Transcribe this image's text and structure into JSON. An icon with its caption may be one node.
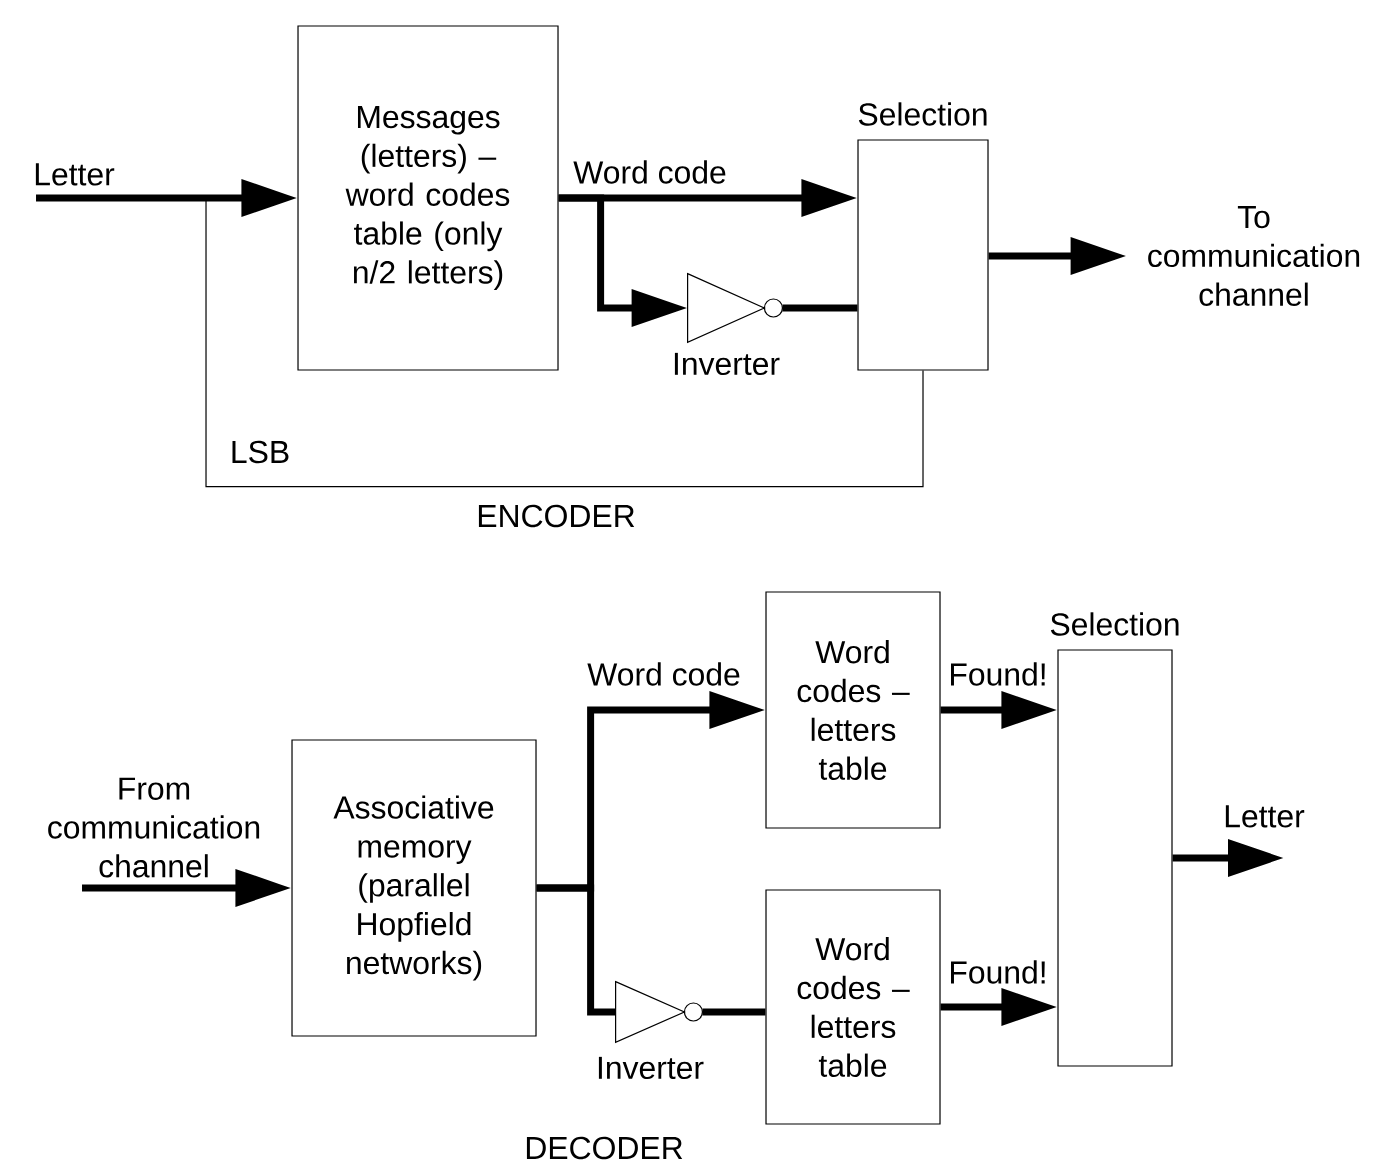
{
  "diagram": {
    "nodes": [
      {
        "text": [
          "Letter"
        ]
      },
      {
        "text": [
          "Messages (letters) – word codes table (only n/2 letters)"
        ]
      },
      {
        "text": [
          "Selection"
        ]
      },
      {
        "text": [
          "Inverter"
        ]
      },
      {
        "text": [
          "To communication channel"
        ]
      },
      {
        "text": [
          "From communication channel"
        ]
      },
      {
        "text": [
          "Associative memory (parallel Hopfield networks)"
        ]
      },
      {
        "text": [
          "Word codes – letters table"
        ]
      },
      {
        "text": [
          "Inverter"
        ]
      },
      {
        "text": [
          "Word codes – letters table"
        ]
      },
      {
        "text": [
          "Selection"
        ]
      },
      {
        "text": [
          "Letter"
        ]
      }
    ],
    "edges": [
      {
        "from": 0,
        "to": 1,
        "arrow": "to"
      },
      {
        "from": 1,
        "to": 2,
        "arrow": "to",
        "label": "Word code"
      },
      {
        "from": 1,
        "to": 3,
        "arrow": "to"
      },
      {
        "from": 3,
        "to": 2,
        "arrow": "none"
      },
      {
        "from": 2,
        "to": 4,
        "arrow": "to"
      },
      {
        "from": 2,
        "to": null,
        "arrow": "none",
        "label": "LSB"
      },
      {
        "from": 5,
        "to": 6,
        "arrow": "to"
      },
      {
        "from": 6,
        "to": 7,
        "arrow": "to",
        "label": "Word code"
      },
      {
        "from": 6,
        "to": 8,
        "arrow": "none"
      },
      {
        "from": 8,
        "to": 9,
        "arrow": "none"
      },
      {
        "from": 7,
        "to": 10,
        "arrow": "to",
        "label": "Found!"
      },
      {
        "from": 9,
        "to": 10,
        "arrow": "to",
        "label": "Found!"
      },
      {
        "from": 10,
        "to": 11,
        "arrow": "to"
      }
    ],
    "labels": [
      "ENCODER",
      "DECODER"
    ]
  }
}
